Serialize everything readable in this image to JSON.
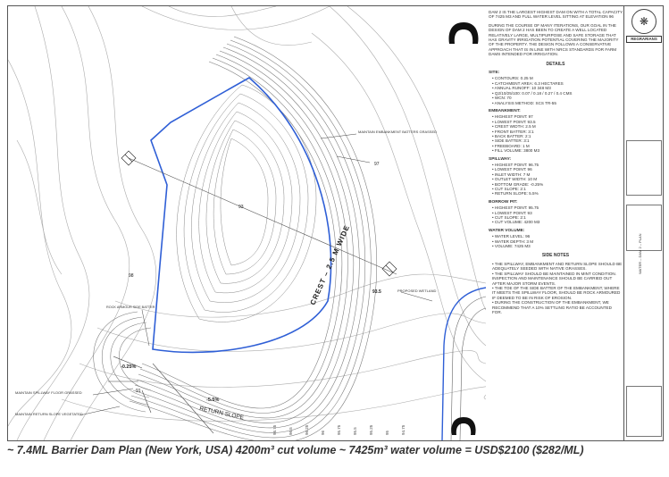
{
  "plan": {
    "labels": {
      "crest": "CREST – 2.5 M WIDE",
      "spot_93": "93",
      "spot_97": "97",
      "spot_98": "98",
      "spot_935": "93.5",
      "spot_91": "91",
      "grade_left": "-0.25%",
      "grade_right": "-5.5%",
      "return_slope": "RETURN SLOPE",
      "batters": "MAINTAIN EMBANKMENT BATTERS GRASSED",
      "wetland": "PROPOSED WETLAND",
      "rock_armour": "ROCK ARMOUR SIDE BATTER",
      "spillway_floor": "MAINTAIN SPILLWAY FLOOR GRASSED",
      "return_vegetated": "MAINTAIN RETURN SLOPE VEGETATED"
    },
    "bottom_ticks": [
      "96.75",
      "96.5",
      "96.25",
      "96",
      "95.75",
      "95.5",
      "95.25",
      "95",
      "94.75"
    ]
  },
  "notes": {
    "intro": "DAM 2 IS THE LARGEST HIGHEST DAM ON WITH A TOTAL CAPACITY OF 7425 M3 AND FULL WATER LEVEL SITTING AT ELEVATION 96",
    "goal": "DURING THE COURSE OF MANY ITERATIONS, OUR GOAL IN THE DESIGN OF DAM 2 HAS BEEN TO CREATE A WELL LOCATED RELATIVELY LARGE, MULTIPURPOSE AND SAFE STORAGE THAT HAS GRAVITY IRRIGATION POTENTIAL COVERING THE MAJORITY OF THE PROPERTY. THE DESIGN FOLLOWS A CONSERVATIVE APPROACH THAT IS IN LINE WITH NRCS STANDARDS FOR FARM DAMS INTENDED FOR IRRIGATION.",
    "details_heading": "DETAILS",
    "site": {
      "title": "SITE:",
      "items": [
        "CONTOURS: 0.25 M",
        "CATCHMENT AREA: 6.3 HECTARES",
        "ANNUAL RUNOFF: 10 348 M3",
        "Q2/10/25/100: 0.07 / 0.18 / 0.27 / 0.4 CMS",
        "WCN: 70",
        "ANALYSIS METHOD: SCS TR-55"
      ]
    },
    "embankment": {
      "title": "EMBANKMENT:",
      "items": [
        "HIGHEST POINT: 97",
        "LOWEST POINT: 93.5",
        "CREST WIDTH: 2.5 M",
        "FRONT BATTER: 3:1",
        "BACK BATTER: 2:1",
        "SIDE BATTER: 3:1",
        "FREEBOARD: 1 M",
        "FILL VOLUME: 3800 M3"
      ]
    },
    "spillway": {
      "title": "SPILLWAY:",
      "items": [
        "HIGHEST POINT: 96.75",
        "LOWEST POINT: 96",
        "INLET WIDTH: 7 M",
        "OUTLET WIDTH: 10 M",
        "BOTTOM GRADE: -0.25%",
        "CUT SLOPE: 2:1",
        "RETURN SLOPE: 5.5%"
      ]
    },
    "borrow_pit": {
      "title": "BORROW PIT:",
      "items": [
        "HIGHEST POINT: 95.75",
        "LOWEST POINT: 93",
        "CUT SLOPE: 2:1",
        "CUT VOLUME: 4200 M3"
      ]
    },
    "water_volume": {
      "title": "WATER VOLUME:",
      "items": [
        "WATER LEVEL: 96",
        "WATER DEPTH: 3 M",
        "VOLUME: 7425 M3"
      ]
    },
    "side_notes_heading": "SIDE NOTES",
    "side_notes": [
      "THE SPILLWAY, EMBANKMENT AND RETURN SLOPE SHOULD BE ADEQUATELY SEEDED WITH NATIVE GRASSES.",
      "THE SPILLWAY SHOULD BE MAINTAINED IN MINT CONDITION. INSPECTION AND MAINTENANCE SHOULD BE CARRIED OUT AFTER MAJOR STORM EVENTS.",
      "THE TOE OF THE SIDE BATTER OF THE EMBANKMENT, WHERE IT MEETS THE SPILLWAY FLOOR, SHOULD BE ROCK ARMOURED IF DEEMED TO BE IN RISK OF EROSION.",
      "DURING THE CONSTRUCTION OF THE EMBANKMENT, WE RECOMMEND THAT A 10% SETTLING RATIO BE ACCOUNTED FOR."
    ]
  },
  "title_block": {
    "brand": "REGRARIANS",
    "sheet_title": "WATER – DAM 2 – PLAN"
  },
  "caption": "~ 7.4ML Barrier Dam Plan (New York, USA) 4200m³ cut volume ~ 7425m³ water volume = USD$2100 ($282/ML)"
}
